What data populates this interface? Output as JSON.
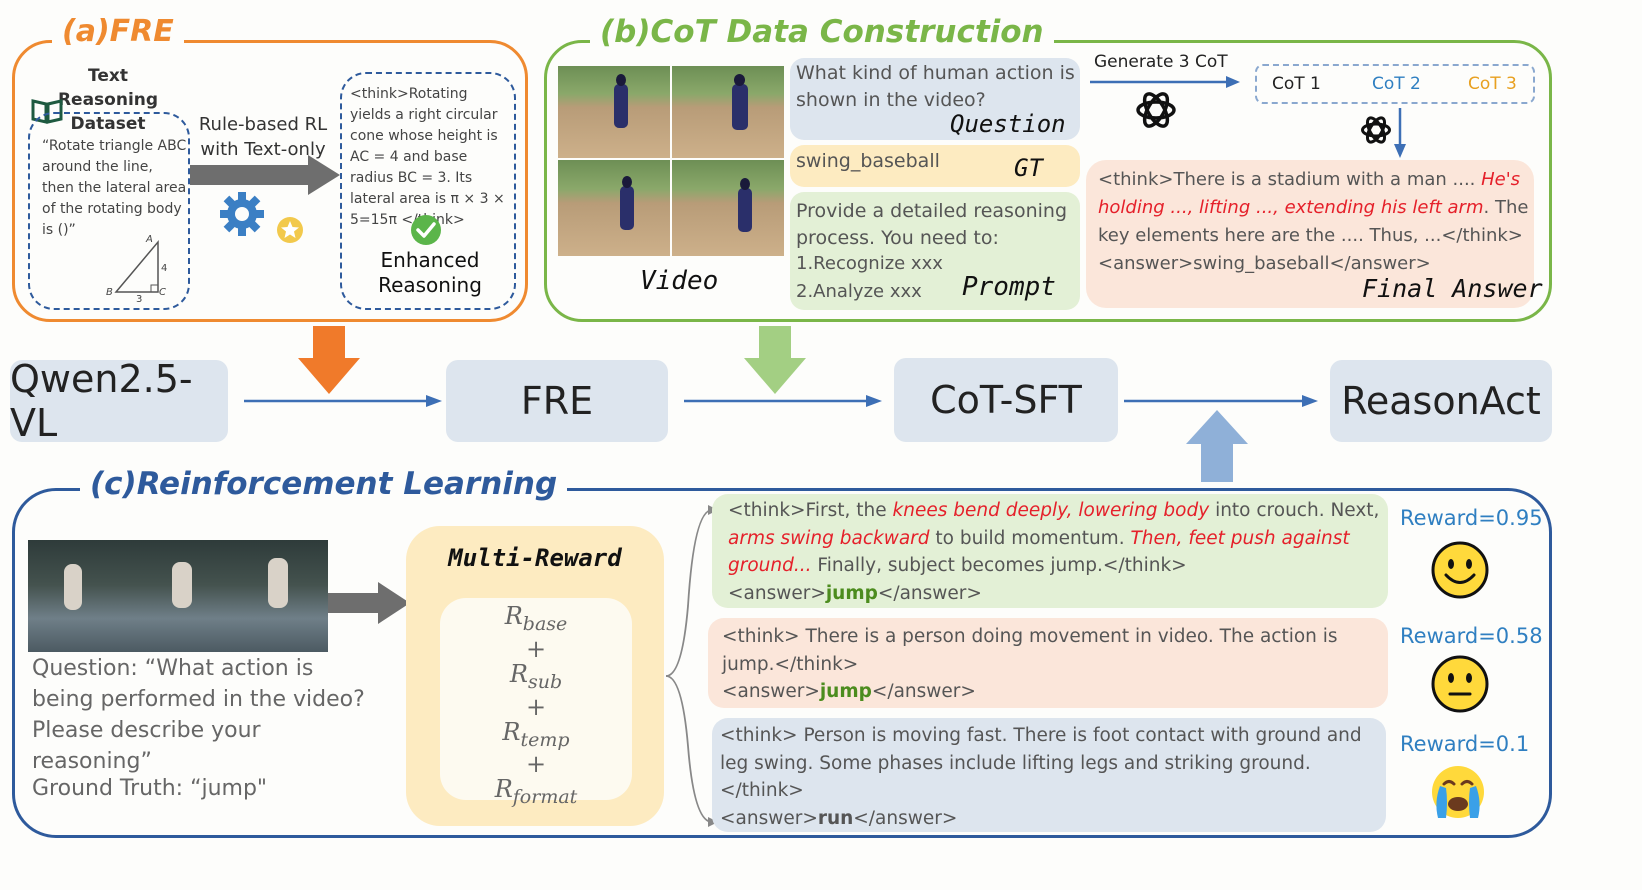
{
  "fre": {
    "title": "(a)FRE",
    "dataset_label_1": "Text Reasoning",
    "dataset_label_2": "Dataset",
    "problem": "“Rotate triangle ABC around the line, then the lateral area of the rotating body is ()”",
    "tri_a": "A",
    "tri_b": "B",
    "tri_c": "C",
    "tri_4": "4",
    "tri_3": "3",
    "rl_label_1": "Rule-based RL",
    "rl_label_2": "with Text-only",
    "output_text": "<think>Rotating yields a right circular cone whose height is AC = 4 and base radius BC = 3. Its lateral area is π × 3 × 5=15π </think>",
    "enhanced_1": "Enhanced",
    "enhanced_2": "Reasoning"
  },
  "cot": {
    "title": "(b)CoT Data Construction",
    "video_label": "Video",
    "question_text": "What kind of human action is shown in the video?",
    "question_tag": "Question",
    "gt_text": "swing_baseball",
    "gt_tag": "GT",
    "prompt_text_1": "Provide a detailed reasoning process. You need to:",
    "prompt_text_2": "1.Recognize xxx",
    "prompt_text_3": "2.Analyze xxx",
    "prompt_tag": "Prompt",
    "generate_label": "Generate 3 CoT",
    "cot1": "CoT 1",
    "cot2": "CoT 2",
    "cot3": "CoT 3",
    "answer_1": "<think>There is a stadium with a man .... ",
    "answer_red": "He's holding ..., lifting ..., extending his left arm",
    "answer_2": ". The key elements here are the .... Thus, ...</think>",
    "answer_3": "<answer>swing_baseball</answer>",
    "final_tag": "Final Answer"
  },
  "pipeline": {
    "nodes": [
      "Qwen2.5-VL",
      "FRE",
      "CoT-SFT",
      "ReasonAct"
    ]
  },
  "rl": {
    "title": "(c)Reinforcement Learning",
    "question": "Question: “What action is being performed in the video? Please describe your reasoning”",
    "ground_truth": "Ground Truth: “jump\"",
    "multi_reward": "Multi-Reward",
    "terms": [
      "base",
      "sub",
      "temp",
      "format"
    ],
    "plus": "+",
    "r_symbol": "R",
    "responses": [
      {
        "seg1": "<think>First, the ",
        "red1": "knees bend deeply, lowering body",
        "seg2": " into crouch. Next, ",
        "red2": "arms swing backward",
        "seg3": " to build momentum. ",
        "red3": "Then, feet push against ground...",
        "seg4": " Finally, subject becomes jump.</think>",
        "ans_pre": "<answer>",
        "ans": "jump",
        "ans_post": "</answer>",
        "reward": "Reward=0.95",
        "face": "happy-face"
      },
      {
        "seg1": "<think> There is a person doing movement in video.  The action is jump.</think>",
        "ans_pre": "<answer>",
        "ans": "jump",
        "ans_post": "</answer>",
        "reward": "Reward=0.58",
        "face": "neutral-face"
      },
      {
        "seg1": "<think> Person is moving fast. There is foot contact with ground and leg swing. Some phases include lifting legs and striking ground.</think>",
        "ans_pre": "<answer>",
        "ans": "run",
        "ans_post": "</answer>",
        "reward": "Reward=0.1",
        "face": "crying-face"
      }
    ]
  },
  "colors": {
    "fre_border": "#ef8a30",
    "cot_border": "#7ab648",
    "rl_border": "#2e5a9c",
    "orange_arrow": "#f07a2a",
    "green_arrow": "#a3cf83",
    "blue_arrow": "#8fb0d8",
    "flow_line": "#3d6fb5"
  }
}
